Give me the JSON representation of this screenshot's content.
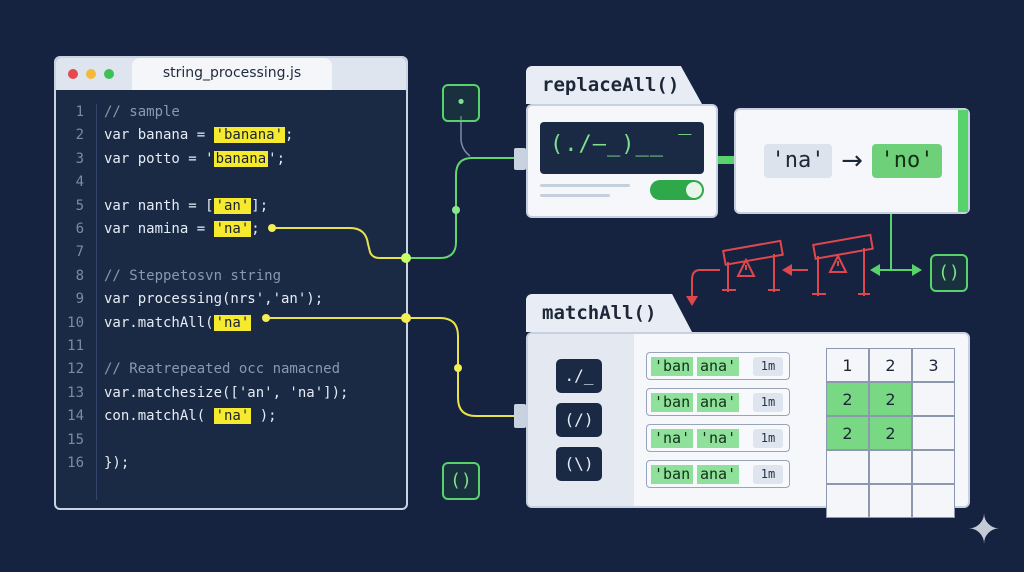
{
  "editor": {
    "filename": "string_processing.js",
    "window_dots": [
      "#e5484d",
      "#f5b939",
      "#3fbf5a"
    ],
    "lines": [
      {
        "n": "1",
        "parts": [
          {
            "t": "// sample",
            "c": "comment"
          }
        ]
      },
      {
        "n": "2",
        "parts": [
          {
            "t": "var banana = "
          },
          {
            "t": "'banana'",
            "c": "hl"
          },
          {
            "t": ";"
          }
        ]
      },
      {
        "n": "3",
        "parts": [
          {
            "t": "var potto = '"
          },
          {
            "t": "banana",
            "c": "hl"
          },
          {
            "t": "';"
          }
        ]
      },
      {
        "n": "4",
        "parts": []
      },
      {
        "n": "5",
        "parts": [
          {
            "t": "var nanth = ["
          },
          {
            "t": "'an'",
            "c": "hl"
          },
          {
            "t": "];"
          }
        ]
      },
      {
        "n": "6",
        "parts": [
          {
            "t": "var namina = "
          },
          {
            "t": "'na'",
            "c": "hl"
          },
          {
            "t": ";"
          }
        ]
      },
      {
        "n": "7",
        "parts": []
      },
      {
        "n": "8",
        "parts": [
          {
            "t": "// Steppetosvn string",
            "c": "comment"
          }
        ]
      },
      {
        "n": "9",
        "parts": [
          {
            "t": "var processing(nrs','an');"
          }
        ]
      },
      {
        "n": "10",
        "parts": [
          {
            "t": "var.matchAll("
          },
          {
            "t": "'na'",
            "c": "hl"
          }
        ]
      },
      {
        "n": "11",
        "parts": []
      },
      {
        "n": "12",
        "parts": [
          {
            "t": "// Reatrepeated occ namacned",
            "c": "comment"
          }
        ]
      },
      {
        "n": "13",
        "parts": [
          {
            "t": "var.matchesize(['an', 'na']);"
          }
        ]
      },
      {
        "n": "14",
        "parts": [
          {
            "t": "con.matchAl( "
          },
          {
            "t": "'na'",
            "c": "hl"
          },
          {
            "t": " );"
          }
        ]
      },
      {
        "n": "15",
        "parts": []
      },
      {
        "n": "16",
        "parts": [
          {
            "t": "});"
          }
        ]
      }
    ]
  },
  "replace_panel": {
    "title": "replaceAll()",
    "screen_text": "(./—_)__ ‾",
    "from": "'na'",
    "arrow": "→",
    "to": "'no'"
  },
  "match_panel": {
    "title": "matchAll()",
    "regex_nodes": [
      "./_",
      "(/)",
      "(\\)"
    ],
    "matches": [
      {
        "segments": [
          "'ban",
          "ana'"
        ],
        "badge": "1m"
      },
      {
        "segments": [
          "'ban",
          "ana'"
        ],
        "badge": "1m"
      },
      {
        "segments": [
          "'na'",
          "'na'"
        ],
        "badge": "1m"
      },
      {
        "segments": [
          "'ban",
          "ana'"
        ],
        "badge": "1m"
      }
    ],
    "grid_header": [
      "1",
      "2",
      "3"
    ],
    "grid_rows": [
      [
        "2",
        "2",
        ""
      ],
      [
        "2",
        "2",
        ""
      ],
      [
        "",
        "",
        ""
      ],
      [
        "",
        "",
        ""
      ]
    ]
  },
  "icons": {
    "dot_icon": "•",
    "paren_icon_top": "()",
    "paren_icon_bottom": "()",
    "sparkle": "✦"
  },
  "colors": {
    "background": "#152340",
    "highlight": "#f6ea2e",
    "accent_green": "#58d26a",
    "warning_red": "#e0474c"
  }
}
